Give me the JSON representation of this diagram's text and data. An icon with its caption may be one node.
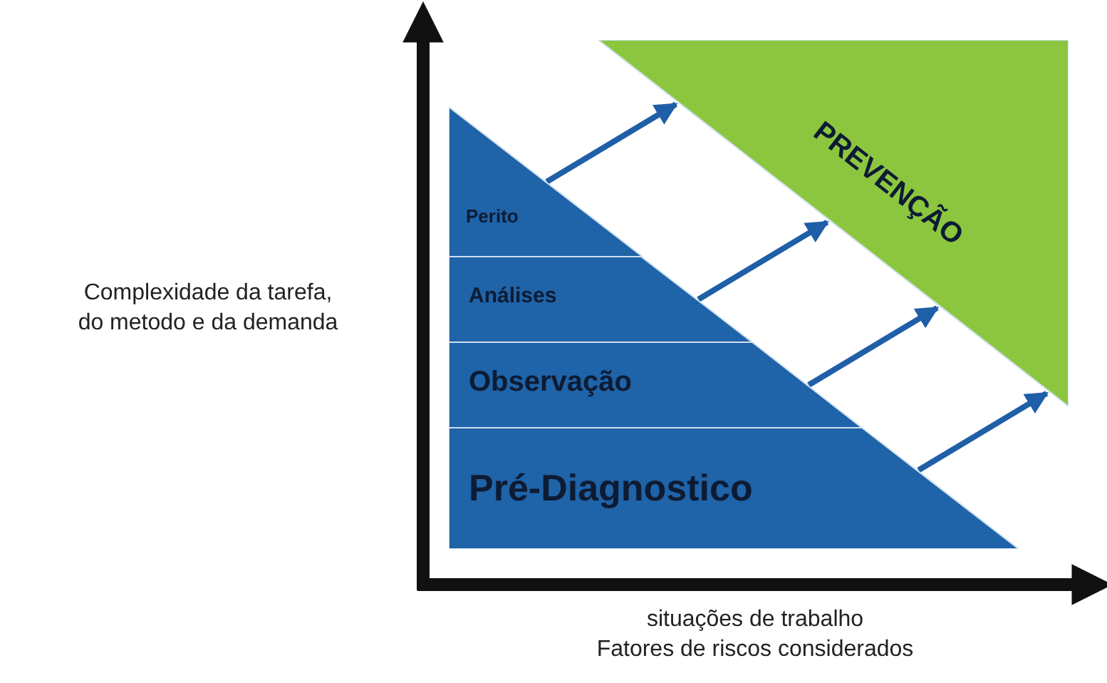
{
  "diagram": {
    "nodes": [
      {
        "text": [
          "Perito"
        ]
      },
      {
        "text": [
          "Análises"
        ]
      },
      {
        "text": [
          "Observação"
        ]
      },
      {
        "text": [
          "Pré-Diagnostico"
        ]
      },
      {
        "text": [
          "PREVENÇÃO"
        ]
      }
    ],
    "edges": [
      {
        "from": 0,
        "to": 4,
        "arrow": "to"
      },
      {
        "from": 1,
        "to": 4,
        "arrow": "to"
      },
      {
        "from": 2,
        "to": 4,
        "arrow": "to"
      },
      {
        "from": 3,
        "to": 4,
        "arrow": "to"
      }
    ],
    "labels": [
      "Complexidade da tarefa, do metodo e da demanda",
      "situações de trabalho",
      "Fatores de riscos considerados"
    ]
  }
}
